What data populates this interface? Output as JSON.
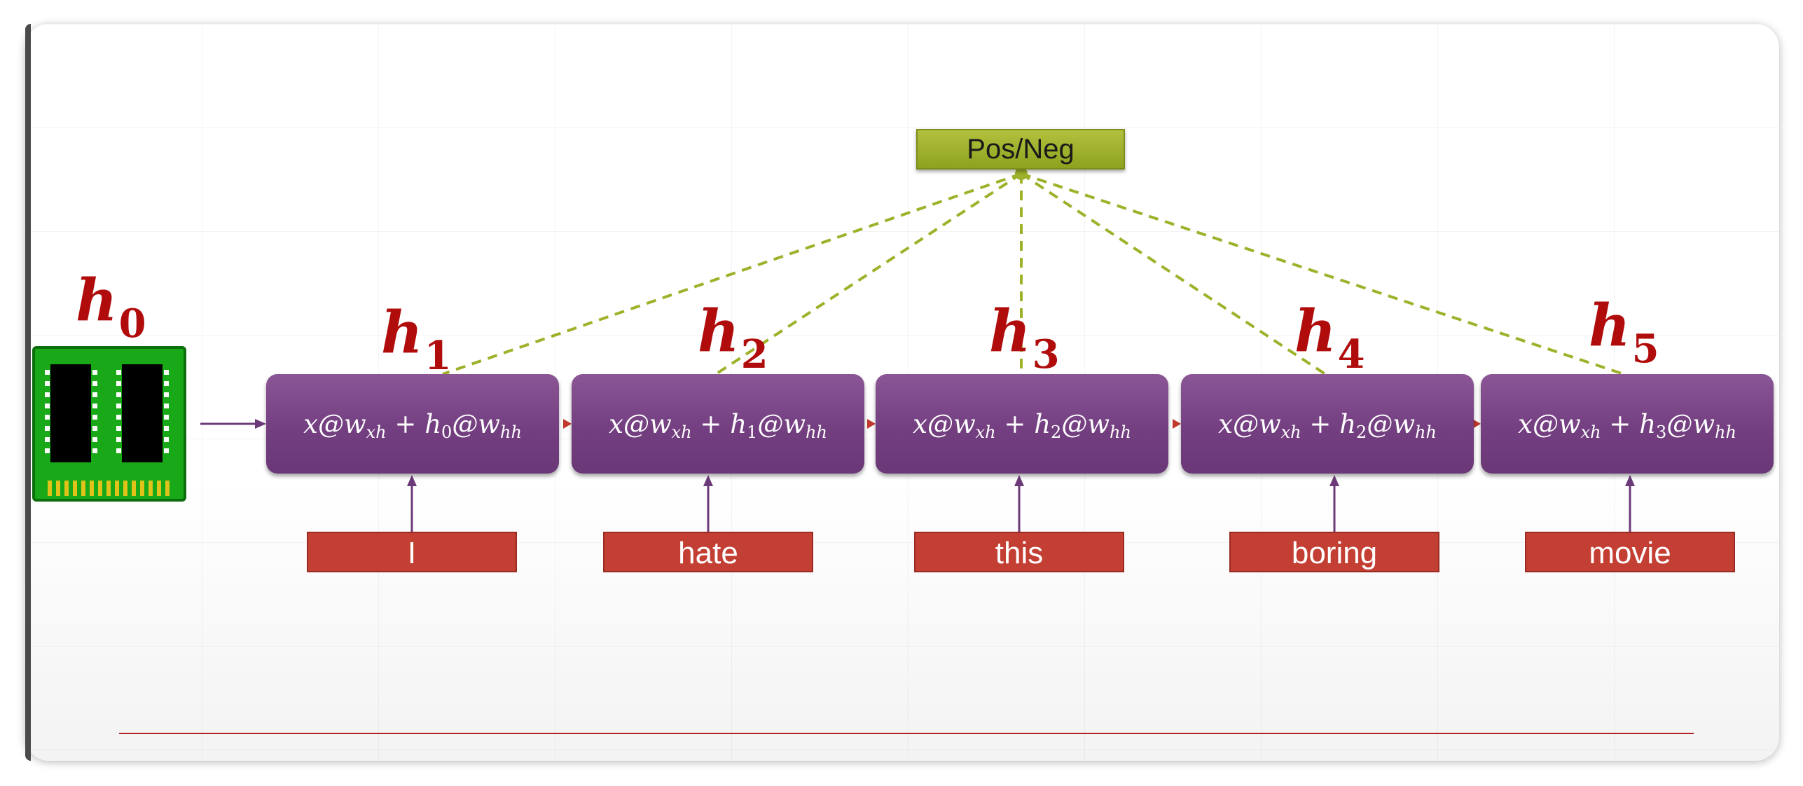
{
  "h0": {
    "base": "h",
    "sub": "0"
  },
  "output_label": "Pos/Neg",
  "steps": [
    {
      "h": {
        "base": "h",
        "sub": "1"
      },
      "formula": {
        "a": "x@w",
        "a_sub": "xh",
        "plus": "+",
        "b": "h",
        "b_sub": "0",
        "c": "@w",
        "c_sub": "hh"
      },
      "word": "I"
    },
    {
      "h": {
        "base": "h",
        "sub": "2"
      },
      "formula": {
        "a": "x@w",
        "a_sub": "xh",
        "plus": "+",
        "b": "h",
        "b_sub": "1",
        "c": "@w",
        "c_sub": "hh"
      },
      "word": "hate"
    },
    {
      "h": {
        "base": "h",
        "sub": "3"
      },
      "formula": {
        "a": "x@w",
        "a_sub": "xh",
        "plus": "+",
        "b": "h",
        "b_sub": "2",
        "c": "@w",
        "c_sub": "hh"
      },
      "word": "this"
    },
    {
      "h": {
        "base": "h",
        "sub": "4"
      },
      "formula": {
        "a": "x@w",
        "a_sub": "xh",
        "plus": "+",
        "b": "h",
        "b_sub": "2",
        "c": "@w",
        "c_sub": "hh"
      },
      "word": "boring"
    },
    {
      "h": {
        "base": "h",
        "sub": "5"
      },
      "formula": {
        "a": "x@w",
        "a_sub": "xh",
        "plus": "+",
        "b": "h",
        "b_sub": "3",
        "c": "@w",
        "c_sub": "hh"
      },
      "word": "movie"
    }
  ],
  "colors": {
    "cell": "#733f80",
    "word_box": "#c43f33",
    "output_box": "#9fb12a",
    "h_label": "#b00c0c",
    "dashed_line": "#9fb12a",
    "chain_arrow": "#c0392b"
  }
}
